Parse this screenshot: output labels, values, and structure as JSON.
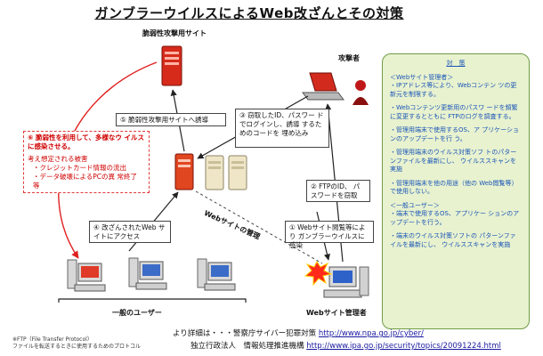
{
  "title": "ガンブラーウイルスによるWeb改ざんとその対策",
  "labels": {
    "vuln_site": "脆弱性攻撃用サイト",
    "attacker": "攻撃者",
    "general_users": "一般のユーザー",
    "web_admin": "Webサイト管理者",
    "web_management": "Webサイトの管理"
  },
  "steps": {
    "s1": {
      "num": "①",
      "text": "Webサイト閲覧等により ガンブラーウイルスに感染"
    },
    "s2": {
      "num": "②",
      "text": "FTPのID、 パスワードを窃取"
    },
    "s3": {
      "num": "③",
      "text": "窃取したID、パスワー ドでログインし、誘導 するためのコードを 埋め込み"
    },
    "s4": {
      "num": "④",
      "text": "改ざんされたWeb サイトにアクセス"
    },
    "s5": {
      "num": "⑤",
      "text": "脆弱性攻撃用サイトへ誘導"
    },
    "s6": {
      "num": "⑥",
      "text": "脆弱性を利用して、多様なウ イルスに感染させる。"
    }
  },
  "damage": {
    "head": "考え想定される被害",
    "items": [
      "・クレジットカード情報の流出",
      "・データ破壊によるPCの異 常終了　等"
    ]
  },
  "sidebar": {
    "heading": "対　策",
    "admin_head": "＜Webサイト管理者＞",
    "admin_items": [
      "・IPアドレス等により、Webコンテン ツの更新元を制限する。",
      "・Webコンテンツ更新用のパスワ ードを頻繁に変更するとともに FTPのログを調査する。",
      "・管理用端末で使用するOS、ア プリケーションのアップデートを行 う。",
      "・管理用端末のウイルス対策ソフ トのパターンファイルを最新にし、 ウイルススキャンを実施",
      "・管理用端末を他の用途（他の Web閲覧等）で使用しない。"
    ],
    "user_head": "＜一般ユーザー＞",
    "user_items": [
      "・端末で使用するOS、アプリケー ションのアップデートを行う。",
      "・端末のウイルス対策ソフトの パターンファイルを最新にし、 ウイルススキャンを実施"
    ]
  },
  "footer": {
    "lead": "より詳細は・・・警察庁サイバー犯罪対策",
    "url1": "http://www.npa.go.jp/cyber/",
    "org2": "独立行政法人　情報処理推進機構",
    "url2": "http://www.ipa.go.jp/security/topics/20091224.html",
    "note1": "※FTP（File Transfer Protocol）",
    "note2": "ファイルを転送するときに使用するためのプロトコル"
  },
  "colors": {
    "red": "#d00000",
    "arrow": "#222222",
    "side_bg": "#e8f2cf",
    "side_text": "#1a55b8"
  }
}
